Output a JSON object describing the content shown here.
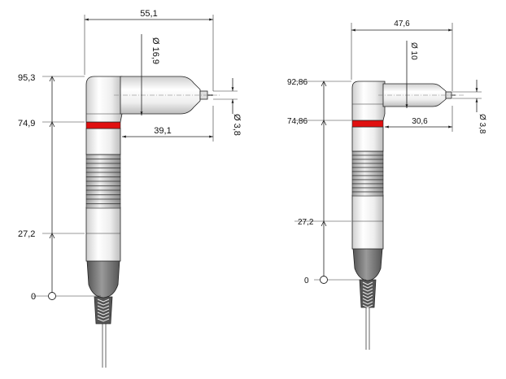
{
  "colors": {
    "band": "#e01010",
    "grip": "#777777",
    "outline": "#222222"
  },
  "left_tool": {
    "width_total": "55,1",
    "dia_body": "Ø 16,9",
    "dia_tip": "Ø 3,8",
    "length_head": "39,1",
    "height_top": "95,3",
    "height_band": "74,9",
    "height_mid": "27,2",
    "height_zero": "0"
  },
  "right_tool": {
    "width_total": "47,6",
    "dia_body": "Ø 10",
    "dia_tip": "Ø 3,8",
    "length_head": "30,6",
    "height_top": "92,86",
    "height_band": "74,86",
    "height_mid": "27,2",
    "height_zero": "0"
  }
}
